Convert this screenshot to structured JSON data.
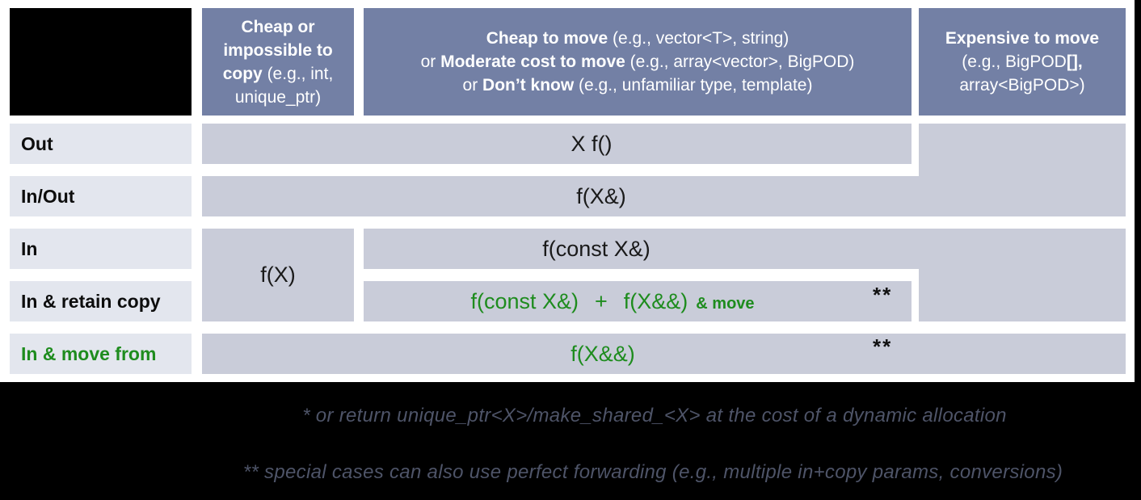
{
  "colors": {
    "header_bg": "#7380a5",
    "row_label_bg": "#e3e6ee",
    "cell_bg": "#c9ccd9",
    "green_text": "#1e8c1e",
    "footnote_text": "#4e5468",
    "background_band": "#000000"
  },
  "headers": {
    "cheap_copy": {
      "bold": "Cheap or impossible to copy",
      "rest": " (e.g., int, unique_ptr)"
    },
    "cheap_move": {
      "l1b": "Cheap to move",
      "l1r": " (e.g., vector<T>, string)",
      "l2p": "or ",
      "l2b": "Moderate cost to move",
      "l2r": " (e.g., array<vector>, BigPOD)",
      "l3p": "or ",
      "l3b": "Don’t know",
      "l3r": " (e.g., unfamiliar type, template)"
    },
    "expensive_move": {
      "l1b": "Expensive to move",
      "l2a": "(e.g., BigPOD",
      "l2b": "[],",
      "l3": "array<BigPOD>)"
    }
  },
  "row_labels": {
    "out": "Out",
    "inout": "In/Out",
    "in": "In",
    "retain": "In & retain copy",
    "movefrom": "In & move from"
  },
  "cells": {
    "out": "X f()",
    "inout": "f(X&)",
    "fx": "f(X)",
    "in": "f(const X&)",
    "retain_a": "f(const X&)",
    "retain_plus": "+",
    "retain_b": "f(X&&)",
    "retain_suffix": "& move",
    "movefrom": "f(X&&)",
    "star_marker": "**"
  },
  "footnotes": {
    "line1": "* or return unique_ptr<X>/make_shared_<X> at the cost of a dynamic allocation",
    "line2": "** special cases can also use perfect forwarding (e.g., multiple in+copy params, conversions)"
  }
}
